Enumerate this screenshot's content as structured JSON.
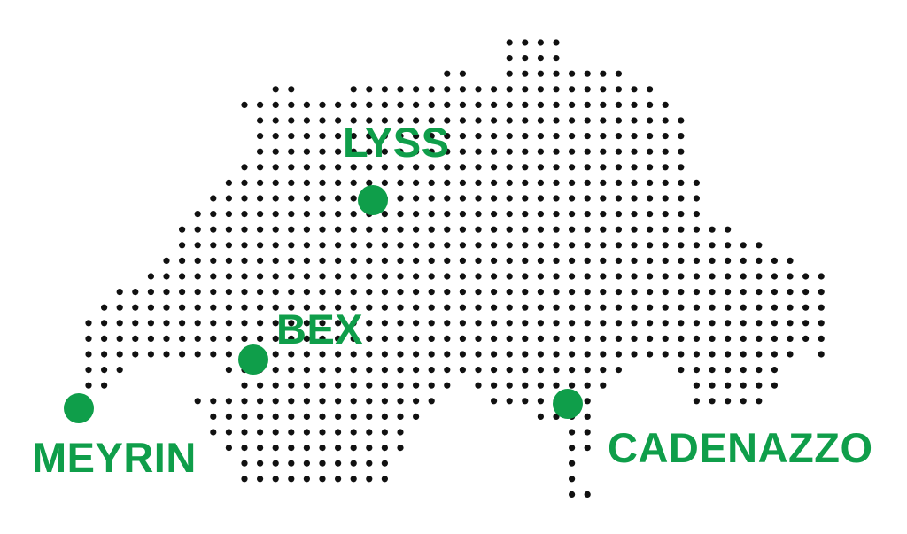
{
  "map": {
    "colors": {
      "dot": "#111111",
      "accent": "#0f9e4a"
    },
    "locations": [
      {
        "id": "lyss",
        "name": "LYSS"
      },
      {
        "id": "bex",
        "name": "BEX"
      },
      {
        "id": "meyrin",
        "name": "MEYRIN"
      },
      {
        "id": "cadenazzo",
        "name": "CADENAZZO"
      }
    ]
  }
}
